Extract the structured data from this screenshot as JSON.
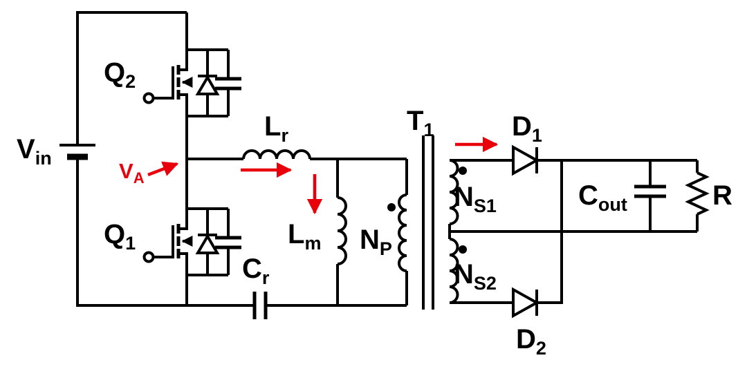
{
  "colors": {
    "background": "#ffffff",
    "wire": "#000000",
    "annotation": "#e8000b"
  },
  "schematic": {
    "kind": "circuit-diagram"
  },
  "labels": {
    "vin": {
      "main": "V",
      "sub": "in"
    },
    "q2": {
      "main": "Q",
      "sub": "2"
    },
    "q1": {
      "main": "Q",
      "sub": "1"
    },
    "va": {
      "main": "V",
      "sub": "A"
    },
    "lr": {
      "main": "L",
      "sub": "r"
    },
    "lm": {
      "main": "L",
      "sub": "m"
    },
    "cr": {
      "main": "C",
      "sub": "r"
    },
    "np": {
      "main": "N",
      "sub": "P"
    },
    "t1": {
      "main": "T",
      "sub": "1"
    },
    "ns1": {
      "main": "N",
      "sub": "S1"
    },
    "ns2": {
      "main": "N",
      "sub": "S2"
    },
    "d1": {
      "main": "D",
      "sub": "1"
    },
    "d2": {
      "main": "D",
      "sub": "2"
    },
    "cout": {
      "main": "C",
      "sub": "out"
    },
    "r": {
      "main": "R",
      "sub": ""
    }
  },
  "components": [
    {
      "id": "vin",
      "type": "dc-voltage-source"
    },
    {
      "id": "q2",
      "type": "mosfet",
      "extras": [
        "body-diode",
        "parallel-capacitor"
      ]
    },
    {
      "id": "q1",
      "type": "mosfet",
      "extras": [
        "body-diode",
        "parallel-capacitor"
      ]
    },
    {
      "id": "lr",
      "type": "inductor"
    },
    {
      "id": "lm",
      "type": "inductor"
    },
    {
      "id": "cr",
      "type": "capacitor"
    },
    {
      "id": "t1",
      "type": "transformer",
      "windings": [
        "np",
        "ns1",
        "ns2"
      ]
    },
    {
      "id": "d1",
      "type": "diode"
    },
    {
      "id": "d2",
      "type": "diode"
    },
    {
      "id": "cout",
      "type": "capacitor"
    },
    {
      "id": "r",
      "type": "resistor"
    }
  ],
  "annotations": {
    "arrows": [
      {
        "name": "va-pointer-arrow",
        "direction": "up-right"
      },
      {
        "name": "primary-current-arrow",
        "direction": "right"
      },
      {
        "name": "magnetizing-current-arrow",
        "direction": "down"
      },
      {
        "name": "secondary-current-arrow",
        "direction": "right"
      }
    ]
  }
}
